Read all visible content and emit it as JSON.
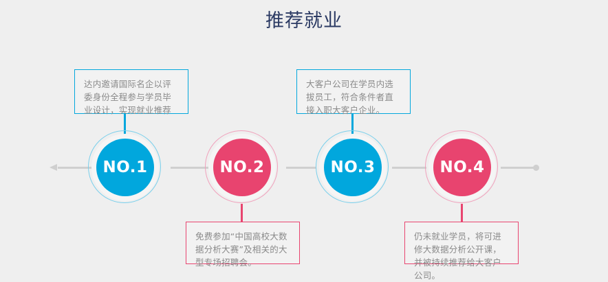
{
  "page": {
    "title": "推荐就业",
    "background_color": "#efefef",
    "title_color": "#2b3a63"
  },
  "palette": {
    "cyan": "#01a7dd",
    "pink": "#e8446f",
    "track": "#cfcfcf",
    "text": "#8a8a8a"
  },
  "timeline": {
    "arrow_direction": "left",
    "end_marker": "dot",
    "nodes": [
      {
        "label": "NO.1",
        "color": "cyan",
        "callout_position": "top"
      },
      {
        "label": "NO.2",
        "color": "pink",
        "callout_position": "bottom"
      },
      {
        "label": "NO.3",
        "color": "cyan",
        "callout_position": "top"
      },
      {
        "label": "NO.4",
        "color": "pink",
        "callout_position": "bottom"
      }
    ],
    "callouts": [
      {
        "text": "达内邀请国际名企以评委身份全程参与学员毕业设计，实现就业推荐",
        "color": "cyan"
      },
      {
        "text": "免费参加“中国高校大数据分析大赛”及相关的大型专场招聘会。",
        "color": "pink"
      },
      {
        "text": "大客户公司在学员内选拔员工，符合条件者直接入职大客户企业。",
        "color": "cyan"
      },
      {
        "text": "仍未就业学员，将可进修大数据分析公开课，并被持续推荐给大客户公司。",
        "color": "pink"
      }
    ]
  }
}
